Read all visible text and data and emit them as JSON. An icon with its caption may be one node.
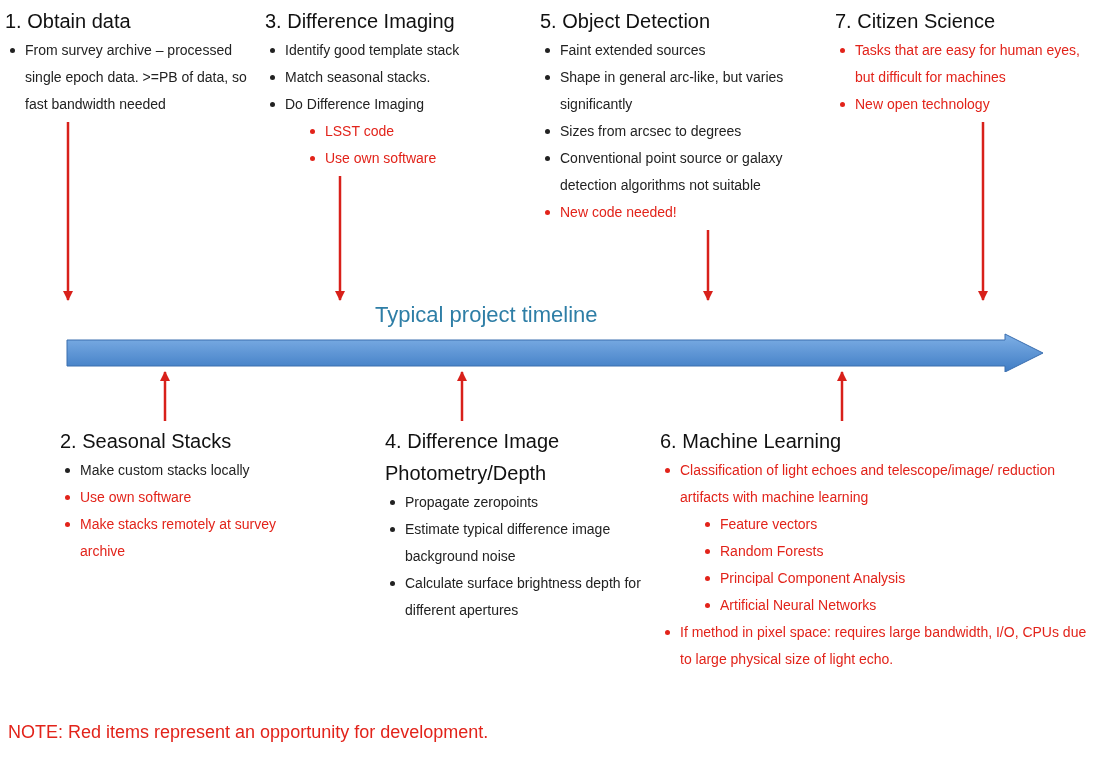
{
  "diagram": {
    "nodes": [
      {
        "text": [
          "1. Obtain data",
          "From survey archive – processed single epoch data. >=PB of data, so fast bandwidth needed"
        ]
      },
      {
        "text": [
          "2. Seasonal Stacks",
          "Make custom stacks locally",
          "Use own software",
          "Make stacks remotely at survey archive"
        ]
      },
      {
        "text": [
          "3. Difference Imaging",
          "Identify good template stack",
          "Match seasonal stacks.",
          "Do Difference Imaging",
          "LSST code",
          "Use own software"
        ]
      },
      {
        "text": [
          "4. Difference Image Photometry/Depth",
          "Propagate zeropoints",
          "Estimate typical difference image background noise",
          "Calculate surface brightness depth for different apertures"
        ]
      },
      {
        "text": [
          "5. Object Detection",
          "Faint extended sources",
          "Shape in general arc-like, but varies significantly",
          "Sizes from arcsec to degrees",
          "Conventional point source or galaxy detection algorithms not suitable",
          "New code needed!"
        ]
      },
      {
        "text": [
          "6. Machine Learning",
          "Classification of light echoes and telescope/image/ reduction artifacts with machine learning",
          "Feature vectors",
          "Random Forests",
          "Principal Component Analysis",
          "Artificial Neural Networks",
          "If method in pixel space: requires large bandwidth, I/O, CPUs due to large physical size of light echo."
        ]
      },
      {
        "text": [
          "7. Citizen Science",
          "Tasks that are easy for human eyes, but difficult for machines",
          "New open technology"
        ]
      },
      {
        "text": [
          "Typical project timeline"
        ]
      }
    ],
    "edges": [
      {
        "from": 0,
        "to": 7,
        "arrow": "to"
      },
      {
        "from": 1,
        "to": 7,
        "arrow": "to"
      },
      {
        "from": 2,
        "to": 7,
        "arrow": "to"
      },
      {
        "from": 3,
        "to": 7,
        "arrow": "to"
      },
      {
        "from": 4,
        "to": 7,
        "arrow": "to"
      },
      {
        "from": 5,
        "to": 7,
        "arrow": "to"
      },
      {
        "from": 6,
        "to": 7,
        "arrow": "to"
      }
    ],
    "labels": [
      "NOTE: Red items represent an opportunity for development."
    ]
  }
}
